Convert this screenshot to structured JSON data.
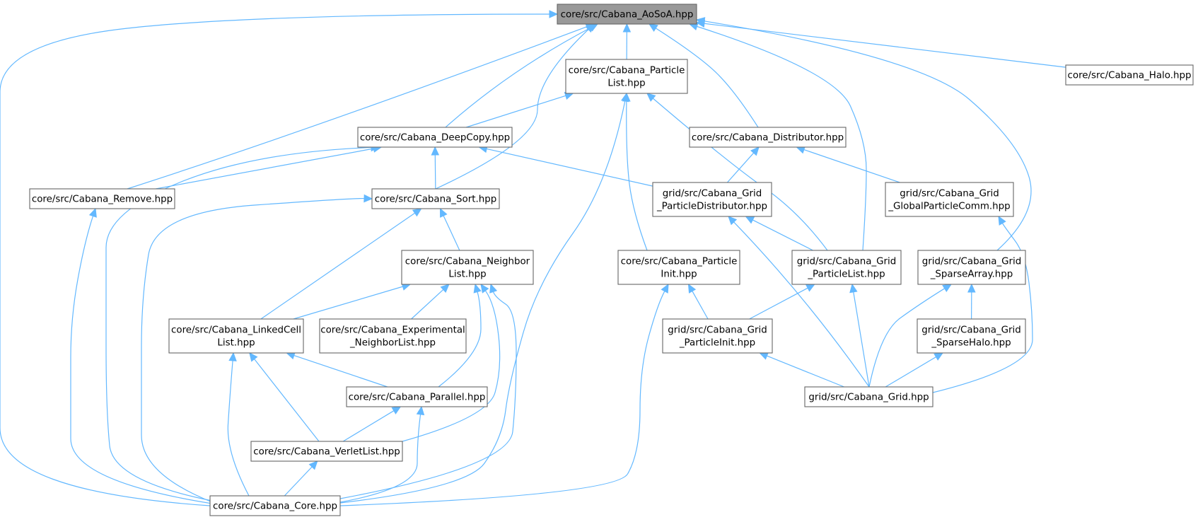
{
  "graph": {
    "nodes": [
      {
        "id": "aosoa",
        "lines": [
          "core/src/Cabana_AoSoA.hpp"
        ],
        "root": true
      },
      {
        "id": "particlelist",
        "lines": [
          "core/src/Cabana_Particle",
          "List.hpp"
        ]
      },
      {
        "id": "halo",
        "lines": [
          "core/src/Cabana_Halo.hpp"
        ]
      },
      {
        "id": "deepcopy",
        "lines": [
          "core/src/Cabana_DeepCopy.hpp"
        ]
      },
      {
        "id": "distributor",
        "lines": [
          "core/src/Cabana_Distributor.hpp"
        ]
      },
      {
        "id": "remove",
        "lines": [
          "core/src/Cabana_Remove.hpp"
        ]
      },
      {
        "id": "sort",
        "lines": [
          "core/src/Cabana_Sort.hpp"
        ]
      },
      {
        "id": "gridpdist",
        "lines": [
          "grid/src/Cabana_Grid",
          "_ParticleDistributor.hpp"
        ]
      },
      {
        "id": "gridgpc",
        "lines": [
          "grid/src/Cabana_Grid",
          "_GlobalParticleComm.hpp"
        ]
      },
      {
        "id": "neighborlist",
        "lines": [
          "core/src/Cabana_Neighbor",
          "List.hpp"
        ]
      },
      {
        "id": "particleinit",
        "lines": [
          "core/src/Cabana_Particle",
          "Init.hpp"
        ]
      },
      {
        "id": "gridplist",
        "lines": [
          "grid/src/Cabana_Grid",
          "_ParticleList.hpp"
        ]
      },
      {
        "id": "gridsparse",
        "lines": [
          "grid/src/Cabana_Grid",
          "_SparseArray.hpp"
        ]
      },
      {
        "id": "linkedcell",
        "lines": [
          "core/src/Cabana_LinkedCell",
          "List.hpp"
        ]
      },
      {
        "id": "expneighbor",
        "lines": [
          "core/src/Cabana_Experimental",
          "_NeighborList.hpp"
        ]
      },
      {
        "id": "gridpinit",
        "lines": [
          "grid/src/Cabana_Grid",
          "_ParticleInit.hpp"
        ]
      },
      {
        "id": "gridshalo",
        "lines": [
          "grid/src/Cabana_Grid",
          "_SparseHalo.hpp"
        ]
      },
      {
        "id": "parallel",
        "lines": [
          "core/src/Cabana_Parallel.hpp"
        ]
      },
      {
        "id": "grid",
        "lines": [
          "grid/src/Cabana_Grid.hpp"
        ]
      },
      {
        "id": "verlet",
        "lines": [
          "core/src/Cabana_VerletList.hpp"
        ]
      },
      {
        "id": "core",
        "lines": [
          "core/src/Cabana_Core.hpp"
        ]
      }
    ],
    "edges": [
      {
        "from": "particlelist",
        "to": "aosoa"
      },
      {
        "from": "halo",
        "to": "aosoa"
      },
      {
        "from": "deepcopy",
        "to": "aosoa"
      },
      {
        "from": "distributor",
        "to": "aosoa"
      },
      {
        "from": "remove",
        "to": "aosoa"
      },
      {
        "from": "sort",
        "to": "aosoa"
      },
      {
        "from": "gridplist",
        "to": "aosoa"
      },
      {
        "from": "gridsparse",
        "to": "aosoa"
      },
      {
        "from": "core",
        "to": "aosoa"
      },
      {
        "from": "deepcopy",
        "to": "particlelist"
      },
      {
        "from": "particleinit",
        "to": "particlelist"
      },
      {
        "from": "gridplist",
        "to": "particlelist"
      },
      {
        "from": "core",
        "to": "particlelist"
      },
      {
        "from": "remove",
        "to": "deepcopy"
      },
      {
        "from": "sort",
        "to": "deepcopy"
      },
      {
        "from": "gridpdist",
        "to": "deepcopy"
      },
      {
        "from": "core",
        "to": "deepcopy"
      },
      {
        "from": "gridpdist",
        "to": "distributor"
      },
      {
        "from": "gridgpc",
        "to": "distributor"
      },
      {
        "from": "core",
        "to": "remove"
      },
      {
        "from": "neighborlist",
        "to": "sort"
      },
      {
        "from": "linkedcell",
        "to": "sort"
      },
      {
        "from": "core",
        "to": "sort"
      },
      {
        "from": "gridplist",
        "to": "gridpdist"
      },
      {
        "from": "grid",
        "to": "gridpdist"
      },
      {
        "from": "grid",
        "to": "gridgpc"
      },
      {
        "from": "linkedcell",
        "to": "neighborlist"
      },
      {
        "from": "expneighbor",
        "to": "neighborlist"
      },
      {
        "from": "parallel",
        "to": "neighborlist"
      },
      {
        "from": "verlet",
        "to": "neighborlist"
      },
      {
        "from": "core",
        "to": "neighborlist"
      },
      {
        "from": "gridpinit",
        "to": "particleinit"
      },
      {
        "from": "core",
        "to": "particleinit"
      },
      {
        "from": "gridpinit",
        "to": "gridplist"
      },
      {
        "from": "grid",
        "to": "gridplist"
      },
      {
        "from": "gridshalo",
        "to": "gridsparse"
      },
      {
        "from": "grid",
        "to": "gridsparse"
      },
      {
        "from": "parallel",
        "to": "linkedcell"
      },
      {
        "from": "verlet",
        "to": "linkedcell"
      },
      {
        "from": "core",
        "to": "linkedcell"
      },
      {
        "from": "grid",
        "to": "gridpinit"
      },
      {
        "from": "grid",
        "to": "gridshalo"
      },
      {
        "from": "verlet",
        "to": "parallel"
      },
      {
        "from": "core",
        "to": "parallel"
      },
      {
        "from": "core",
        "to": "verlet"
      }
    ]
  }
}
